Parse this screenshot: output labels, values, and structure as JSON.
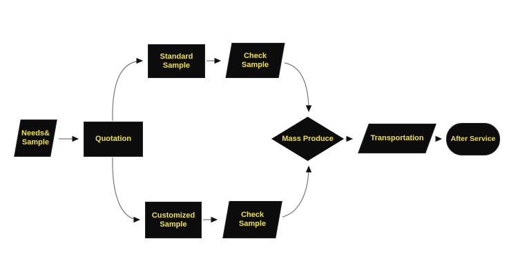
{
  "diagram": {
    "type": "flowchart",
    "background_color": "#ffffff",
    "shape_fill_color": "#0c0c0c",
    "label_color": "#f0e232",
    "connector_color": "#777777",
    "arrowhead_color": "#111111",
    "nodes": {
      "needs_sample": {
        "shape": "parallelogram",
        "lines": [
          "Needs&",
          "Sample"
        ]
      },
      "quotation": {
        "shape": "rectangle",
        "lines": [
          "Quotation"
        ]
      },
      "standard_sample": {
        "shape": "rectangle",
        "lines": [
          "Standard",
          "Sample"
        ]
      },
      "check_sample_top": {
        "shape": "parallelogram",
        "lines": [
          "Check",
          "Sample"
        ]
      },
      "customized_sample": {
        "shape": "rectangle",
        "lines": [
          "Customized",
          "Sample"
        ]
      },
      "check_sample_bottom": {
        "shape": "parallelogram",
        "lines": [
          "Check",
          "Sample"
        ]
      },
      "mass_produce": {
        "shape": "diamond",
        "lines": [
          "Mass Produce"
        ]
      },
      "transportation": {
        "shape": "parallelogram",
        "lines": [
          "Transportation"
        ]
      },
      "after_service": {
        "shape": "stadium",
        "lines": [
          "After Service"
        ]
      }
    },
    "edges": [
      {
        "from": "needs_sample",
        "to": "quotation"
      },
      {
        "from": "quotation",
        "to": "standard_sample"
      },
      {
        "from": "standard_sample",
        "to": "check_sample_top"
      },
      {
        "from": "check_sample_top",
        "to": "mass_produce"
      },
      {
        "from": "quotation",
        "to": "customized_sample"
      },
      {
        "from": "customized_sample",
        "to": "check_sample_bottom"
      },
      {
        "from": "check_sample_bottom",
        "to": "mass_produce"
      },
      {
        "from": "mass_produce",
        "to": "transportation"
      },
      {
        "from": "transportation",
        "to": "after_service"
      }
    ]
  }
}
